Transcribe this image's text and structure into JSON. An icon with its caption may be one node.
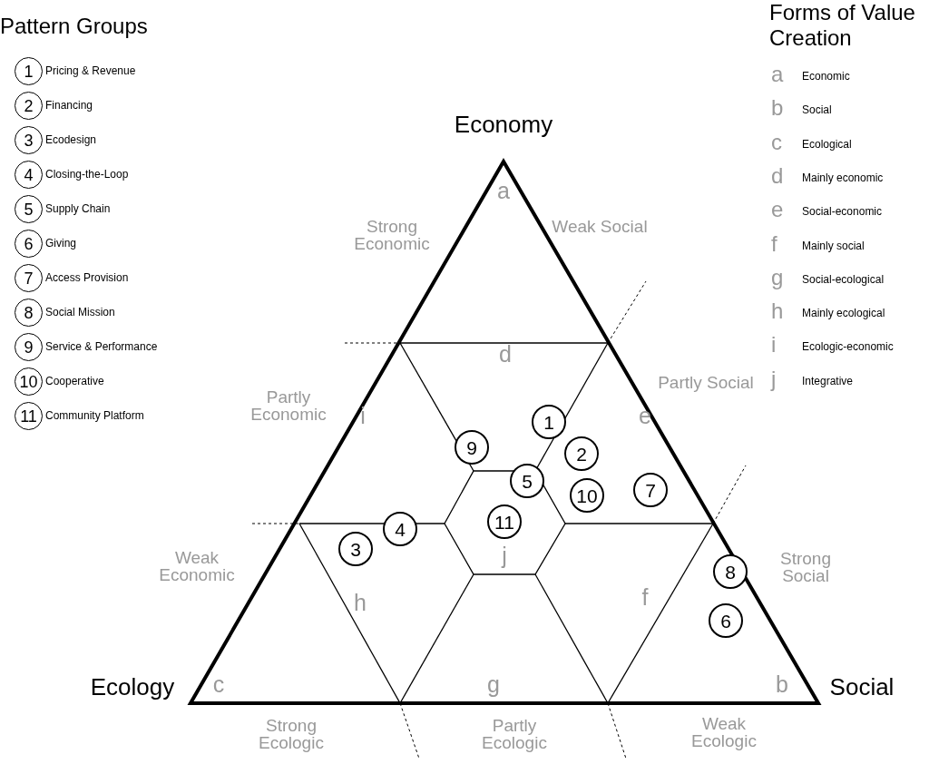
{
  "diagram": {
    "nodes": [
      {
        "text": [
          "1"
        ],
        "beside": [
          "Pricing & Revenue"
        ]
      },
      {
        "text": [
          "2"
        ],
        "beside": [
          "Financing"
        ]
      },
      {
        "text": [
          "3"
        ],
        "beside": [
          "Ecodesign"
        ]
      },
      {
        "text": [
          "4"
        ],
        "beside": [
          "Closing-the-Loop"
        ]
      },
      {
        "text": [
          "5"
        ],
        "beside": [
          "Supply Chain"
        ]
      },
      {
        "text": [
          "6"
        ],
        "beside": [
          "Giving"
        ]
      },
      {
        "text": [
          "7"
        ],
        "beside": [
          "Access Provision"
        ]
      },
      {
        "text": [
          "8"
        ],
        "beside": [
          "Social Mission"
        ]
      },
      {
        "text": [
          "9"
        ],
        "beside": [
          "Service & Performance"
        ]
      },
      {
        "text": [
          "10"
        ],
        "beside": [
          "Cooperative"
        ]
      },
      {
        "text": [
          "11"
        ],
        "beside": [
          "Community Platform"
        ]
      },
      {
        "text": [
          "1"
        ]
      },
      {
        "text": [
          "9"
        ]
      },
      {
        "text": [
          "2"
        ]
      },
      {
        "text": [
          "5"
        ]
      },
      {
        "text": [
          "10"
        ]
      },
      {
        "text": [
          "7"
        ]
      },
      {
        "text": [
          "11"
        ]
      },
      {
        "text": [
          "4"
        ]
      },
      {
        "text": [
          "3"
        ]
      },
      {
        "text": [
          "8"
        ]
      },
      {
        "text": [
          "6"
        ]
      }
    ],
    "labels": [
      "Pattern Groups",
      "Forms of Value Creation",
      "a",
      "Economic",
      "b",
      "Social",
      "c",
      "Ecological",
      "d",
      "Mainly economic",
      "e",
      "Social-economic",
      "f",
      "Mainly social",
      "g",
      "Social-ecological",
      "h",
      "Mainly ecological",
      "i",
      "Ecologic-economic",
      "j",
      "Integrative",
      "Economy",
      "a",
      "Strong Economic",
      "Weak Social",
      "d",
      "Partly Economic",
      "Partly Social",
      "i",
      "e",
      "j",
      "Weak Economic",
      "Strong Social",
      "h",
      "f",
      "Ecology",
      "c",
      "g",
      "b",
      "Social",
      "Strong Ecologic",
      "Partly Ecologic",
      "Weak Ecologic"
    ]
  }
}
